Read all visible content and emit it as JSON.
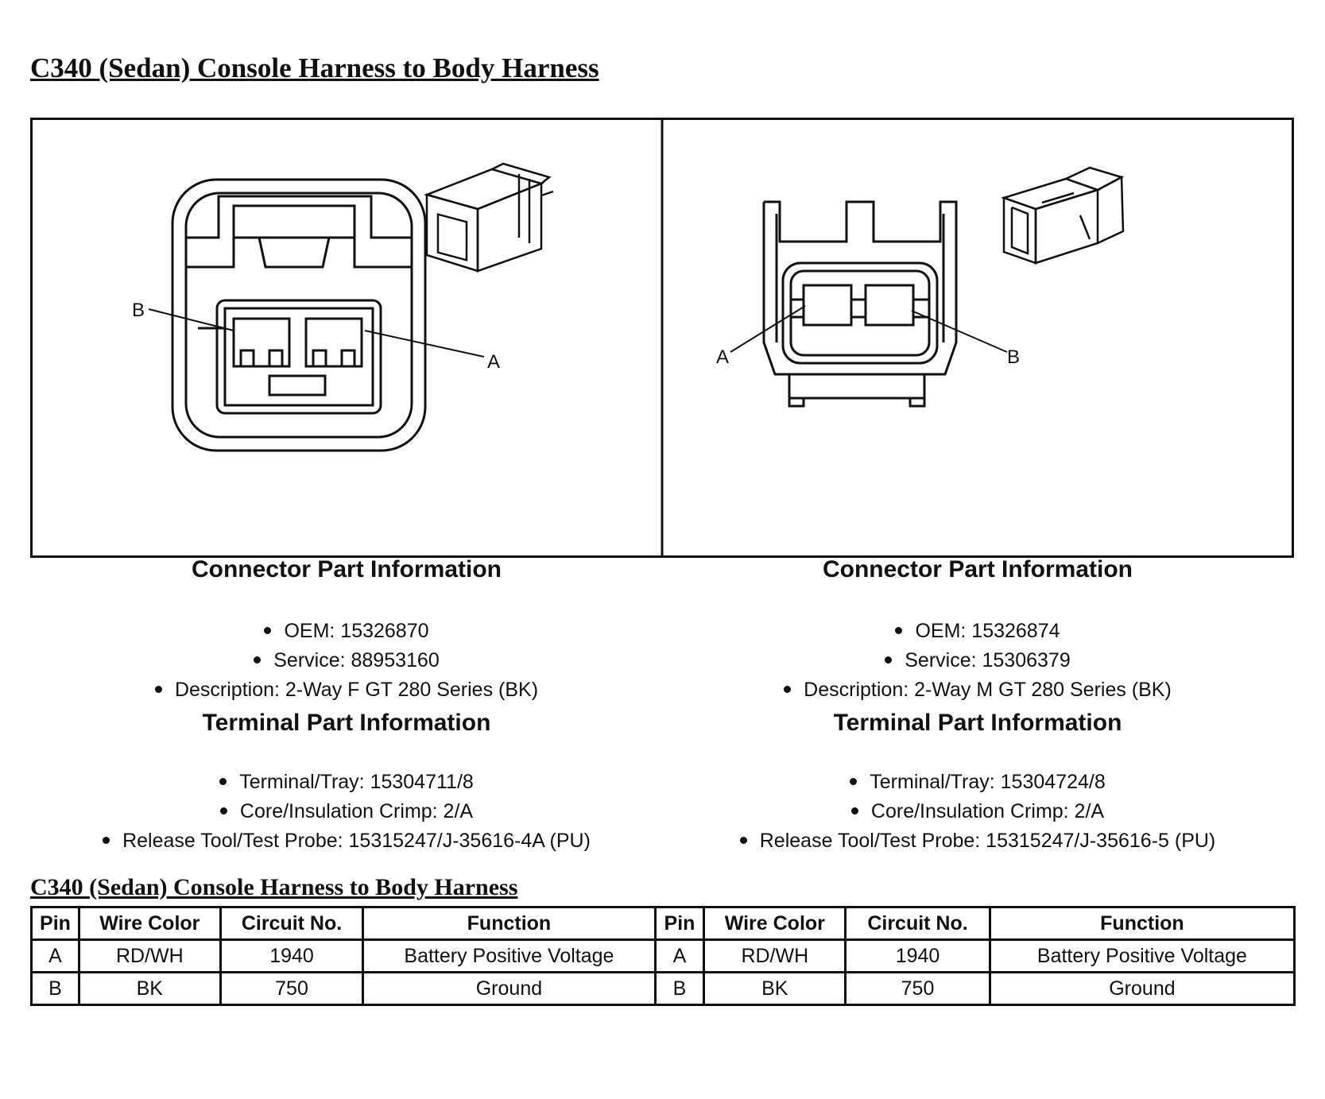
{
  "page_title": "C340 (Sedan) Console Harness to Body Harness",
  "diagram": {
    "left_connector": {
      "pin_labels": [
        "B",
        "A"
      ]
    },
    "right_connector": {
      "pin_labels": [
        "A",
        "B"
      ]
    }
  },
  "left": {
    "connector_heading": "Connector Part Information",
    "connector_items": [
      "OEM: 15326870",
      "Service: 88953160",
      "Description: 2-Way F GT 280 Series (BK)"
    ],
    "terminal_heading": "Terminal Part Information",
    "terminal_items": [
      "Terminal/Tray: 15304711/8",
      "Core/Insulation Crimp: 2/A",
      "Release Tool/Test Probe: 15315247/J-35616-4A (PU)"
    ]
  },
  "right": {
    "connector_heading": "Connector Part Information",
    "connector_items": [
      "OEM: 15326874",
      "Service: 15306379",
      "Description: 2-Way M GT 280 Series (BK)"
    ],
    "terminal_heading": "Terminal Part Information",
    "terminal_items": [
      "Terminal/Tray: 15304724/8",
      "Core/Insulation Crimp: 2/A",
      "Release Tool/Test Probe: 15315247/J-35616-5 (PU)"
    ]
  },
  "table_title": "C340 (Sedan) Console Harness to Body Harness",
  "table": {
    "headers": [
      "Pin",
      "Wire Color",
      "Circuit No.",
      "Function",
      "Pin",
      "Wire Color",
      "Circuit No.",
      "Function"
    ],
    "rows": [
      [
        "A",
        "RD/WH",
        "1940",
        "Battery Positive Voltage",
        "A",
        "RD/WH",
        "1940",
        "Battery Positive Voltage"
      ],
      [
        "B",
        "BK",
        "750",
        "Ground",
        "B",
        "BK",
        "750",
        "Ground"
      ]
    ]
  }
}
